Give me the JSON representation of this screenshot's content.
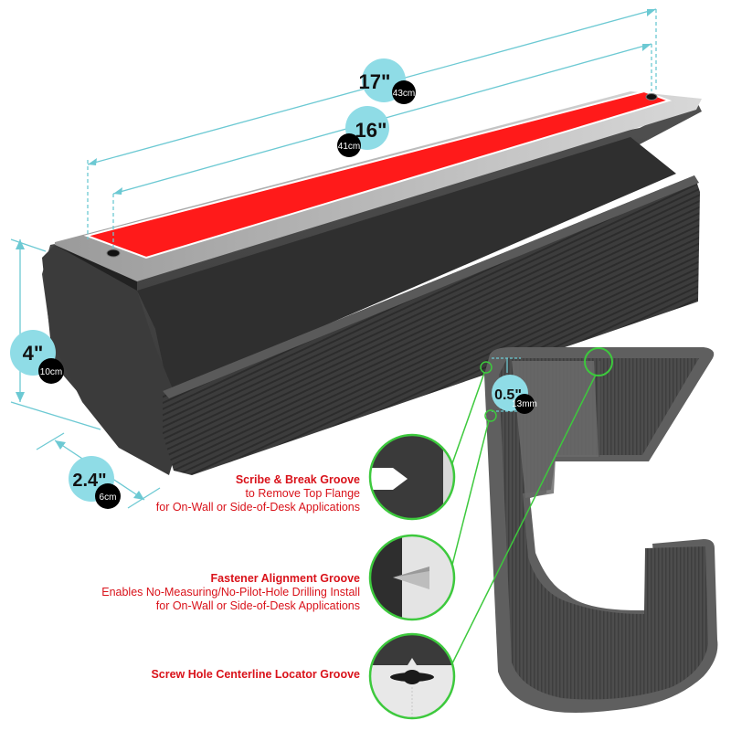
{
  "dimensions": {
    "length_outer": {
      "value": "17\"",
      "metric": "43cm"
    },
    "length_inner": {
      "value": "16\"",
      "metric": "41cm"
    },
    "height": {
      "value": "4\"",
      "metric": "10cm"
    },
    "depth": {
      "value": "2.4\"",
      "metric": "6cm"
    },
    "groove_offset": {
      "value": "0.5\"",
      "metric": "13mm"
    }
  },
  "callouts": [
    {
      "title": "Scribe & Break Groove",
      "lines": [
        "to Remove Top Flange",
        "for On-Wall or Side-of-Desk Applications"
      ]
    },
    {
      "title": "Fastener Alignment Groove",
      "lines": [
        "Enables No-Measuring/No-Pilot-Hole Drilling Install",
        "for On-Wall or Side-of-Desk Applications"
      ]
    },
    {
      "title": "Screw Hole Centerline Locator Groove",
      "lines": []
    }
  ],
  "colors": {
    "product_body": "#4a4a4a",
    "product_dark": "#2f2f2f",
    "adhesive_strip": "#ff1a1a",
    "dimension_line": "#6cc9d3",
    "bubble_fill": "#8fdce6",
    "callout_ring": "#3dc93d",
    "callout_text": "#d9121a"
  }
}
